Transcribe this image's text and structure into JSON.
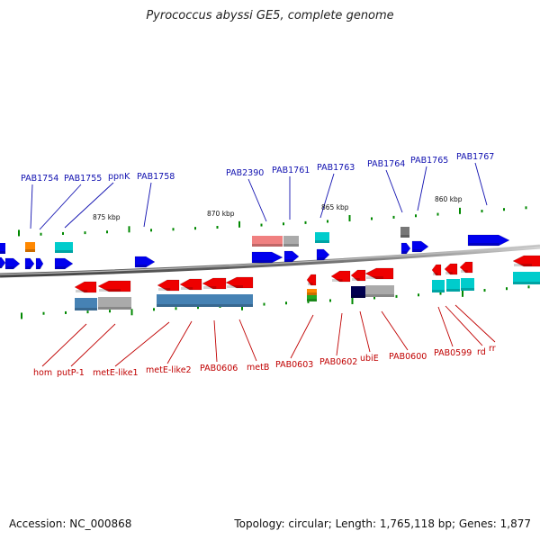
{
  "title": "Pyrococcus abyssi GE5, complete genome",
  "accession": "Accession: NC_000868",
  "summary": "Topology: circular; Length: 1,765,118 bp; Genes: 1,877",
  "kbp_labels": [
    "875 kbp",
    "870 kbp",
    "865 kbp",
    "860 kbp"
  ],
  "top_labels": [
    "PAB1754",
    "PAB1755",
    "ppnK",
    "PAB1758",
    "PAB2390",
    "PAB1761",
    "PAB1763",
    "PAB1764",
    "PAB1765",
    "PAB1767"
  ],
  "bottom_labels": [
    "hom",
    "putP-1",
    "metE-like1",
    "metE-like2",
    "PAB0606",
    "metB",
    "PAB0603",
    "PAB0602",
    "ubiE",
    "PAB0600",
    "PAB0599",
    "rd",
    "rr"
  ],
  "colors": {
    "forward_gene": "#0000ee",
    "reverse_gene": "#ee0000",
    "rna_cyan": "#00cccc",
    "rna_orange": "#ff8800",
    "cog_steelblue": "#4682b4",
    "cog_grey": "#aaaaaa",
    "backbone": "#777777",
    "tick": "#008800"
  }
}
